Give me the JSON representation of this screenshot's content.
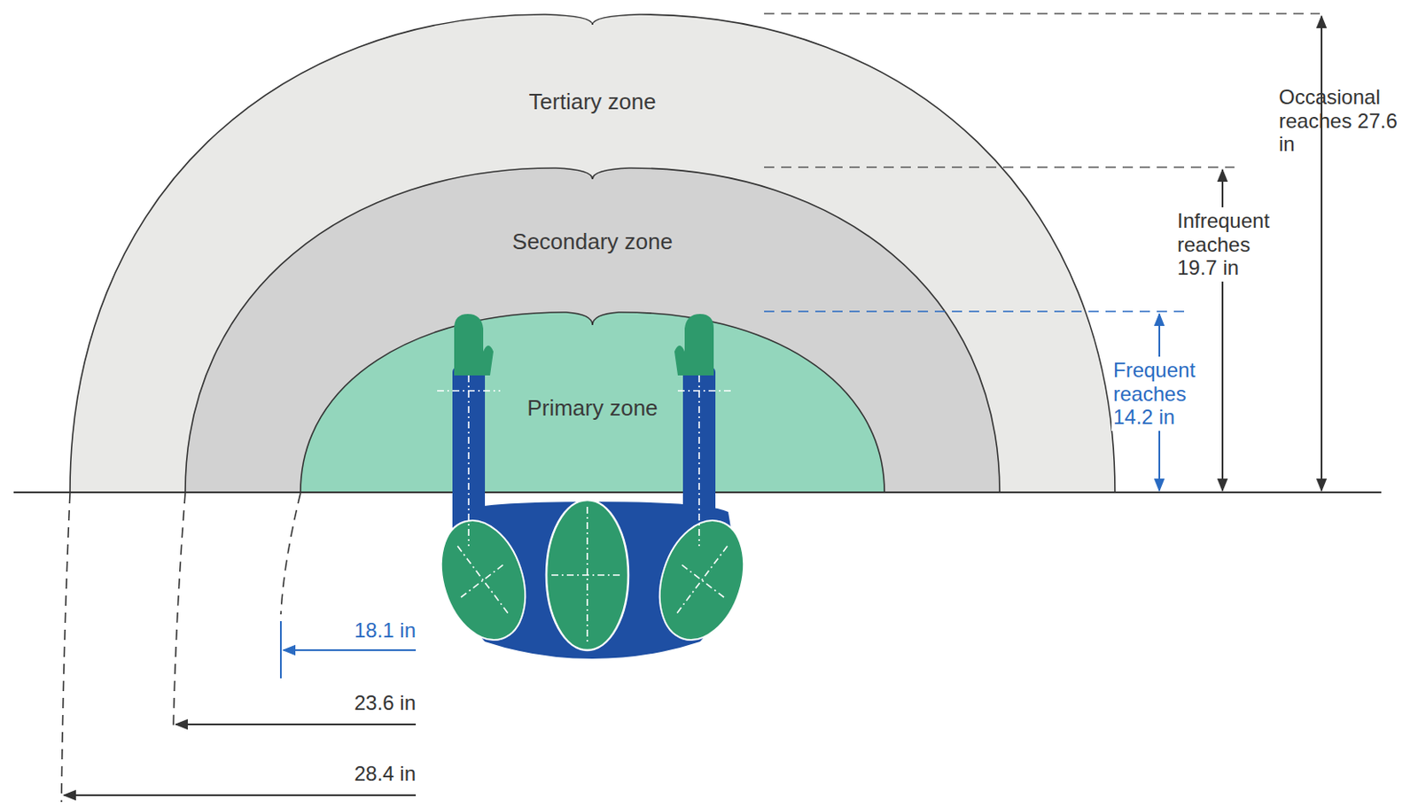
{
  "diagram": {
    "nodes": [
      {
        "text": [
          "Tertiary zone"
        ]
      },
      {
        "text": [
          "Secondary zone"
        ],
        "in": 0
      },
      {
        "text": [
          "Primary zone"
        ],
        "in": 1
      }
    ],
    "labels": [
      "Occasional reaches 27.6 in",
      "Infrequent reaches 19.7 in",
      "Frequent reaches 14.2 in",
      "18.1 in",
      "23.6 in",
      "28.4 in"
    ]
  }
}
